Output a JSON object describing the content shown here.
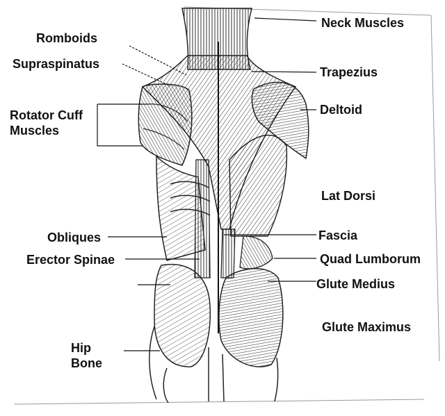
{
  "labels": {
    "neck_muscles": "Neck Muscles",
    "romboids": "Romboids",
    "supraspinatus": "Supraspinatus",
    "trapezius": "Trapezius",
    "rotator_cuff": "Rotator Cuff\nMuscles",
    "deltoid": "Deltoid",
    "lat_dorsi": "Lat Dorsi",
    "obliques": "Obliques",
    "fascia": "Fascia",
    "erector_spinae": "Erector Spinae",
    "quad_lumborum": "Quad Lumborum",
    "glute_medius": "Glute Medius",
    "glute_maximus": "Glute Maximus",
    "hip_bone": "Hip\nBone"
  },
  "colors": {
    "ink": "#111111",
    "paper": "#ffffff",
    "shade": "#555555"
  }
}
